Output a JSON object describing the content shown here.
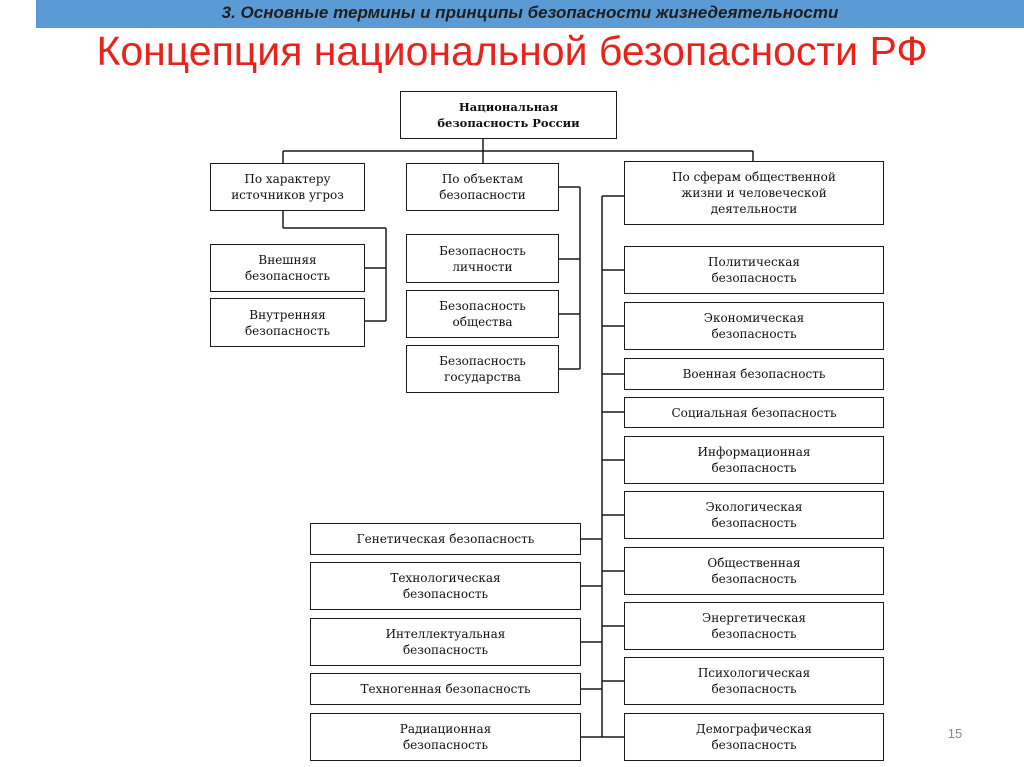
{
  "header": {
    "subtitle": "3. Основные термины и принципы безопасности жизнедеятельности",
    "title": "Концепция национальной безопасности РФ"
  },
  "diagram": {
    "root": [
      "Национальная",
      "безопасность России"
    ],
    "categories": {
      "by_source": [
        "По характеру",
        "источников угроз"
      ],
      "by_object": [
        "По объектам",
        "безопасности"
      ],
      "by_sphere": [
        "По сферам общественной",
        "жизни и человеческой",
        "деятельности"
      ]
    },
    "source_items": [
      [
        "Внешняя",
        "безопасность"
      ],
      [
        "Внутренняя",
        "безопасность"
      ]
    ],
    "object_items": [
      [
        "Безопасность",
        "личности"
      ],
      [
        "Безопасность",
        "общества"
      ],
      [
        "Безопасность",
        "государства"
      ]
    ],
    "sphere_right_items": [
      [
        "Политическая",
        "безопасность"
      ],
      [
        "Экономическая",
        "безопасность"
      ],
      [
        "Военная безопасность"
      ],
      [
        "Социальная безопасность"
      ],
      [
        "Информационная",
        "безопасность"
      ],
      [
        "Экологическая",
        "безопасность"
      ],
      [
        "Общественная",
        "безопасность"
      ],
      [
        "Энергетическая",
        "безопасность"
      ],
      [
        "Психологическая",
        "безопасность"
      ],
      [
        "Демографическая",
        "безопасность"
      ]
    ],
    "sphere_left_items": [
      [
        "Генетическая безопасность"
      ],
      [
        "Технологическая",
        "безопасность"
      ],
      [
        "Интеллектуальная",
        "безопасность"
      ],
      [
        "Техногенная безопасность"
      ],
      [
        "Радиационная",
        "безопасность"
      ]
    ]
  },
  "footer": {
    "page_number": "15"
  }
}
